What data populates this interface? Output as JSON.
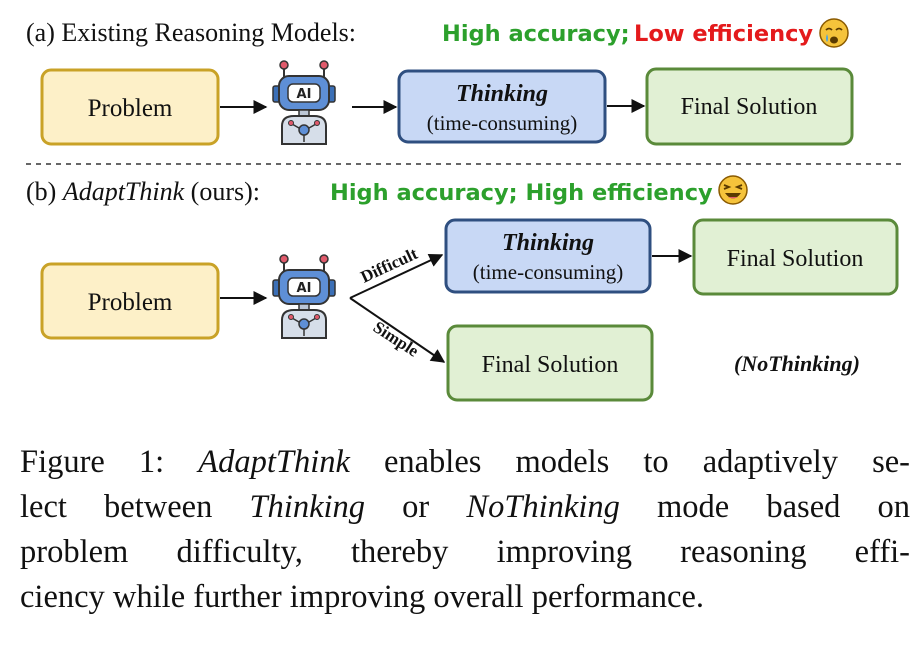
{
  "colors": {
    "green": "#2ca02c",
    "red": "#e41a1c",
    "problem_fill": "#fdf0c8",
    "problem_stroke": "#c9a227",
    "thinking_fill": "#c8d8f5",
    "thinking_stroke": "#2f4f80",
    "solution_fill": "#e1f0d4",
    "solution_stroke": "#5a8a3a"
  },
  "icons": [
    "ai-robot-icon",
    "crying-face-icon",
    "laughing-face-icon"
  ],
  "panel_a": {
    "prefix": "(a) Existing Reasoning Models:",
    "accuracy": "High accuracy;",
    "efficiency": "Low efficiency",
    "problem": "Problem",
    "robot_label": "AI",
    "thinking_title": "Thinking",
    "thinking_sub": "(time-consuming)",
    "solution": "Final Solution"
  },
  "panel_b": {
    "label_open": "(b)",
    "name": "AdaptThink",
    "label_close": "(ours):",
    "accuracy": "High accuracy;",
    "efficiency": "High efficiency",
    "problem": "Problem",
    "robot_label": "AI",
    "branch_difficult": "Difficult",
    "branch_simple": "Simple",
    "thinking_title": "Thinking",
    "thinking_sub": "(time-consuming)",
    "solution_thinking": "Final Solution",
    "solution_simple": "Final Solution",
    "nothinking_tag": "(NoThinking)"
  },
  "caption": {
    "l1a": "Figure 1: ",
    "l1b": "AdaptThink",
    "l1c": " enables models to adaptively se-",
    "l2a": "lect between ",
    "l2b": "Thinking",
    "l2c": " or ",
    "l2d": "NoThinking",
    "l2e": " mode based on",
    "l3": "problem difficulty, thereby improving reasoning effi-",
    "l4": "ciency while further improving overall performance."
  }
}
